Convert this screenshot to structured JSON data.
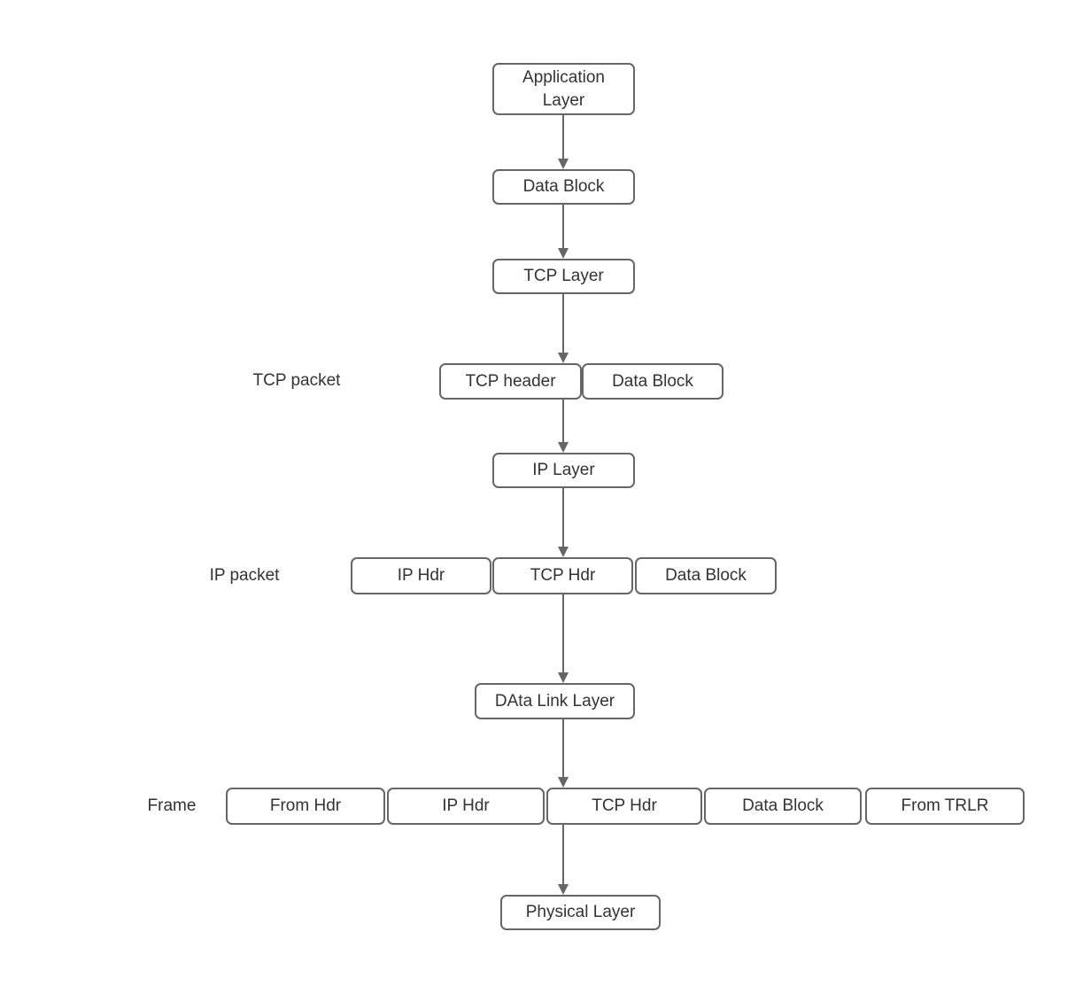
{
  "diagram": {
    "colors": {
      "background": "#ffffff",
      "stroke": "#666666",
      "text": "#333333"
    },
    "nodes": {
      "application_layer": "Application Layer",
      "data_block": "Data Block",
      "tcp_layer": "TCP Layer",
      "ip_layer": "IP Layer",
      "data_link_layer": "DAta Link Layer",
      "physical_layer": "Physical Layer"
    },
    "rows": {
      "tcp_packet": {
        "label": "TCP packet",
        "segments": [
          "TCP header",
          "Data Block"
        ]
      },
      "ip_packet": {
        "label": "IP packet",
        "segments": [
          "IP Hdr",
          "TCP Hdr",
          "Data Block"
        ]
      },
      "frame": {
        "label": "Frame",
        "segments": [
          "From Hdr",
          "IP Hdr",
          "TCP Hdr",
          "Data Block",
          "From TRLR"
        ]
      }
    }
  }
}
